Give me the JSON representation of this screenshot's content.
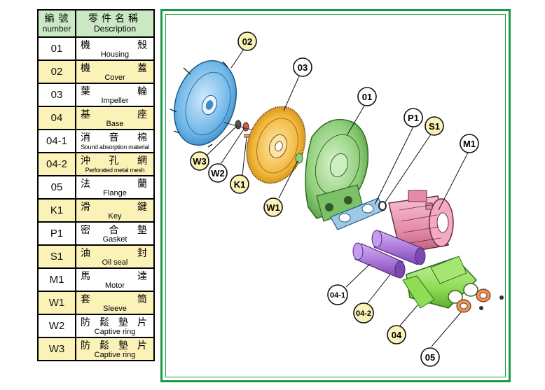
{
  "table": {
    "header": {
      "number_zh": "編 號",
      "number_en": "number",
      "desc_zh": "零件名稱",
      "desc_en": "Description"
    },
    "rows": [
      {
        "no": "01",
        "zh": "機殼",
        "en": "Housing",
        "highlight": false
      },
      {
        "no": "02",
        "zh": "機蓋",
        "en": "Cover",
        "highlight": true
      },
      {
        "no": "03",
        "zh": "葉輪",
        "en": "Impeller",
        "highlight": false
      },
      {
        "no": "04",
        "zh": "基座",
        "en": "Base",
        "highlight": true
      },
      {
        "no": "04-1",
        "zh": "消音棉",
        "en": "Sound absorption material",
        "highlight": false
      },
      {
        "no": "04-2",
        "zh": "沖孔網",
        "en": "Perforated metal mesh",
        "highlight": true
      },
      {
        "no": "05",
        "zh": "法蘭",
        "en": "Flange",
        "highlight": false
      },
      {
        "no": "K1",
        "zh": "滑鍵",
        "en": "Key",
        "highlight": true
      },
      {
        "no": "P1",
        "zh": "密合墊",
        "en": "Gasket",
        "highlight": false
      },
      {
        "no": "S1",
        "zh": "油封",
        "en": "Oil seal",
        "highlight": true
      },
      {
        "no": "M1",
        "zh": "馬達",
        "en": "Motor",
        "highlight": false
      },
      {
        "no": "W1",
        "zh": "套筒",
        "en": "Sleeve",
        "highlight": true
      },
      {
        "no": "W2",
        "zh": "防鬆墊片",
        "en": "Captive ring",
        "highlight": false
      },
      {
        "no": "W3",
        "zh": "防鬆墊片",
        "en": "Captive ring",
        "highlight": true
      }
    ]
  },
  "callouts": [
    {
      "label": "02",
      "fill": "#fbf2b8"
    },
    {
      "label": "03",
      "fill": "#ffffff"
    },
    {
      "label": "01",
      "fill": "#ffffff"
    },
    {
      "label": "P1",
      "fill": "#ffffff"
    },
    {
      "label": "S1",
      "fill": "#fbf2b8"
    },
    {
      "label": "M1",
      "fill": "#ffffff"
    },
    {
      "label": "W3",
      "fill": "#fbf2b8"
    },
    {
      "label": "W2",
      "fill": "#ffffff"
    },
    {
      "label": "K1",
      "fill": "#fbf2b8"
    },
    {
      "label": "W1",
      "fill": "#fbf2b8"
    },
    {
      "label": "04-1",
      "fill": "#ffffff"
    },
    {
      "label": "04-2",
      "fill": "#fbf2b8"
    },
    {
      "label": "04",
      "fill": "#fbf2b8"
    },
    {
      "label": "05",
      "fill": "#ffffff"
    }
  ],
  "colors": {
    "frame": "#1d9a45",
    "header_bg": "#cbe8c5",
    "highlight_bg": "#fbf2b8",
    "cover": "#6fb7e8",
    "impeller": "#f3b73b",
    "housing": "#8fce7a",
    "gasket": "#9fc7e6",
    "motor": "#e58aa8",
    "base": "#8fdc55",
    "absorber": "#a874d8",
    "flange": "#e8935a"
  }
}
